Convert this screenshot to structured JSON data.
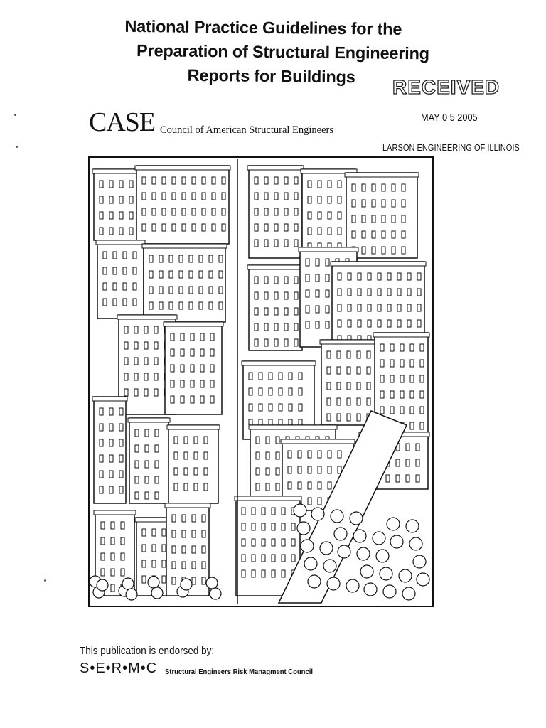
{
  "document": {
    "title_lines": [
      "National Practice Guidelines for the",
      "Preparation of Structural Engineering",
      "Reports for Buildings"
    ],
    "stamp": {
      "received": "RECEIVED",
      "date": "MAY 0 5 2005",
      "organization": "LARSON ENGINEERING OF ILLINOIS"
    },
    "publisher": {
      "logo_text": "CASE",
      "name": "Council of American Structural Engineers"
    },
    "cover_illustration": "city-buildings-line-art",
    "endorsement": {
      "label": "This publication is endorsed by:",
      "logo_text": "S•E•R•M•C",
      "name": "Structural Engineers Risk Managment Council"
    }
  }
}
